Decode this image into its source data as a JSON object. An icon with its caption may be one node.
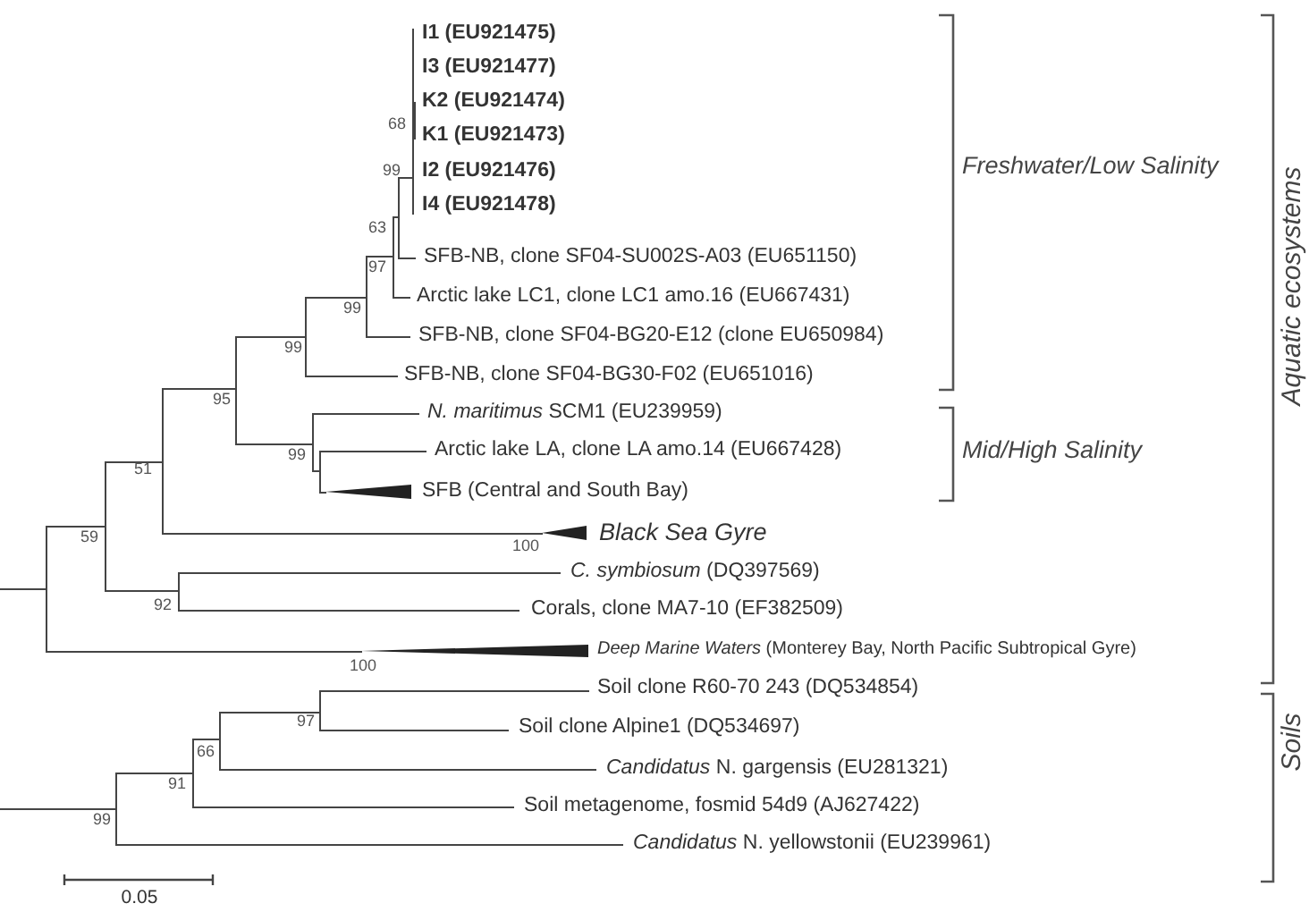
{
  "diagram": {
    "labels": [
      "I1 (EU921475)",
      "I3 (EU921477)",
      "K2 (EU921474)",
      "68",
      "K1 (EU921473)",
      "99",
      "I2 (EU921476)",
      "Freshwater/Low Salinity",
      "Aquatic ecosystems",
      "I4 (EU921478)",
      "63",
      "SFB-NB, clone SF04-SU002S-A03 (EU651150)",
      "97",
      "Arctic lake LC1, clone LC1 amo.16 (EU667431)",
      "99",
      "SFB-NB, clone SF04-BG20-E12 (clone EU650984)",
      "99",
      "SFB-NB, clone SF04-BG30-F02 (EU651016)",
      "95",
      "*N. maritimus* SCM1 (EU239959)",
      "Mid/High Salinity",
      "Arctic lake LA, clone LA amo.14 (EU667428)",
      "99",
      "51",
      "SFB (Central and South Bay)",
      "Black Sea Gyre",
      "59",
      "100",
      "*C. symbiosum* (DQ397569)",
      "92",
      "Corals, clone MA7-10 (EF382509)",
      "*Deep Marine Waters* (Monterey Bay, North Pacific Subtropical Gyre)",
      "100",
      "Soil clone R60-70 243 (DQ534854)",
      "97",
      "Soil clone Alpine1 (DQ534697)",
      "66",
      "*Candidatus* N. gargensis (EU281321)",
      "Soils",
      "91",
      "Soil metagenome, fosmid 54d9 (AJ627422)",
      "99",
      "*Candidatus* N. yellowstonii (EU239961)",
      "0.05"
    ]
  }
}
